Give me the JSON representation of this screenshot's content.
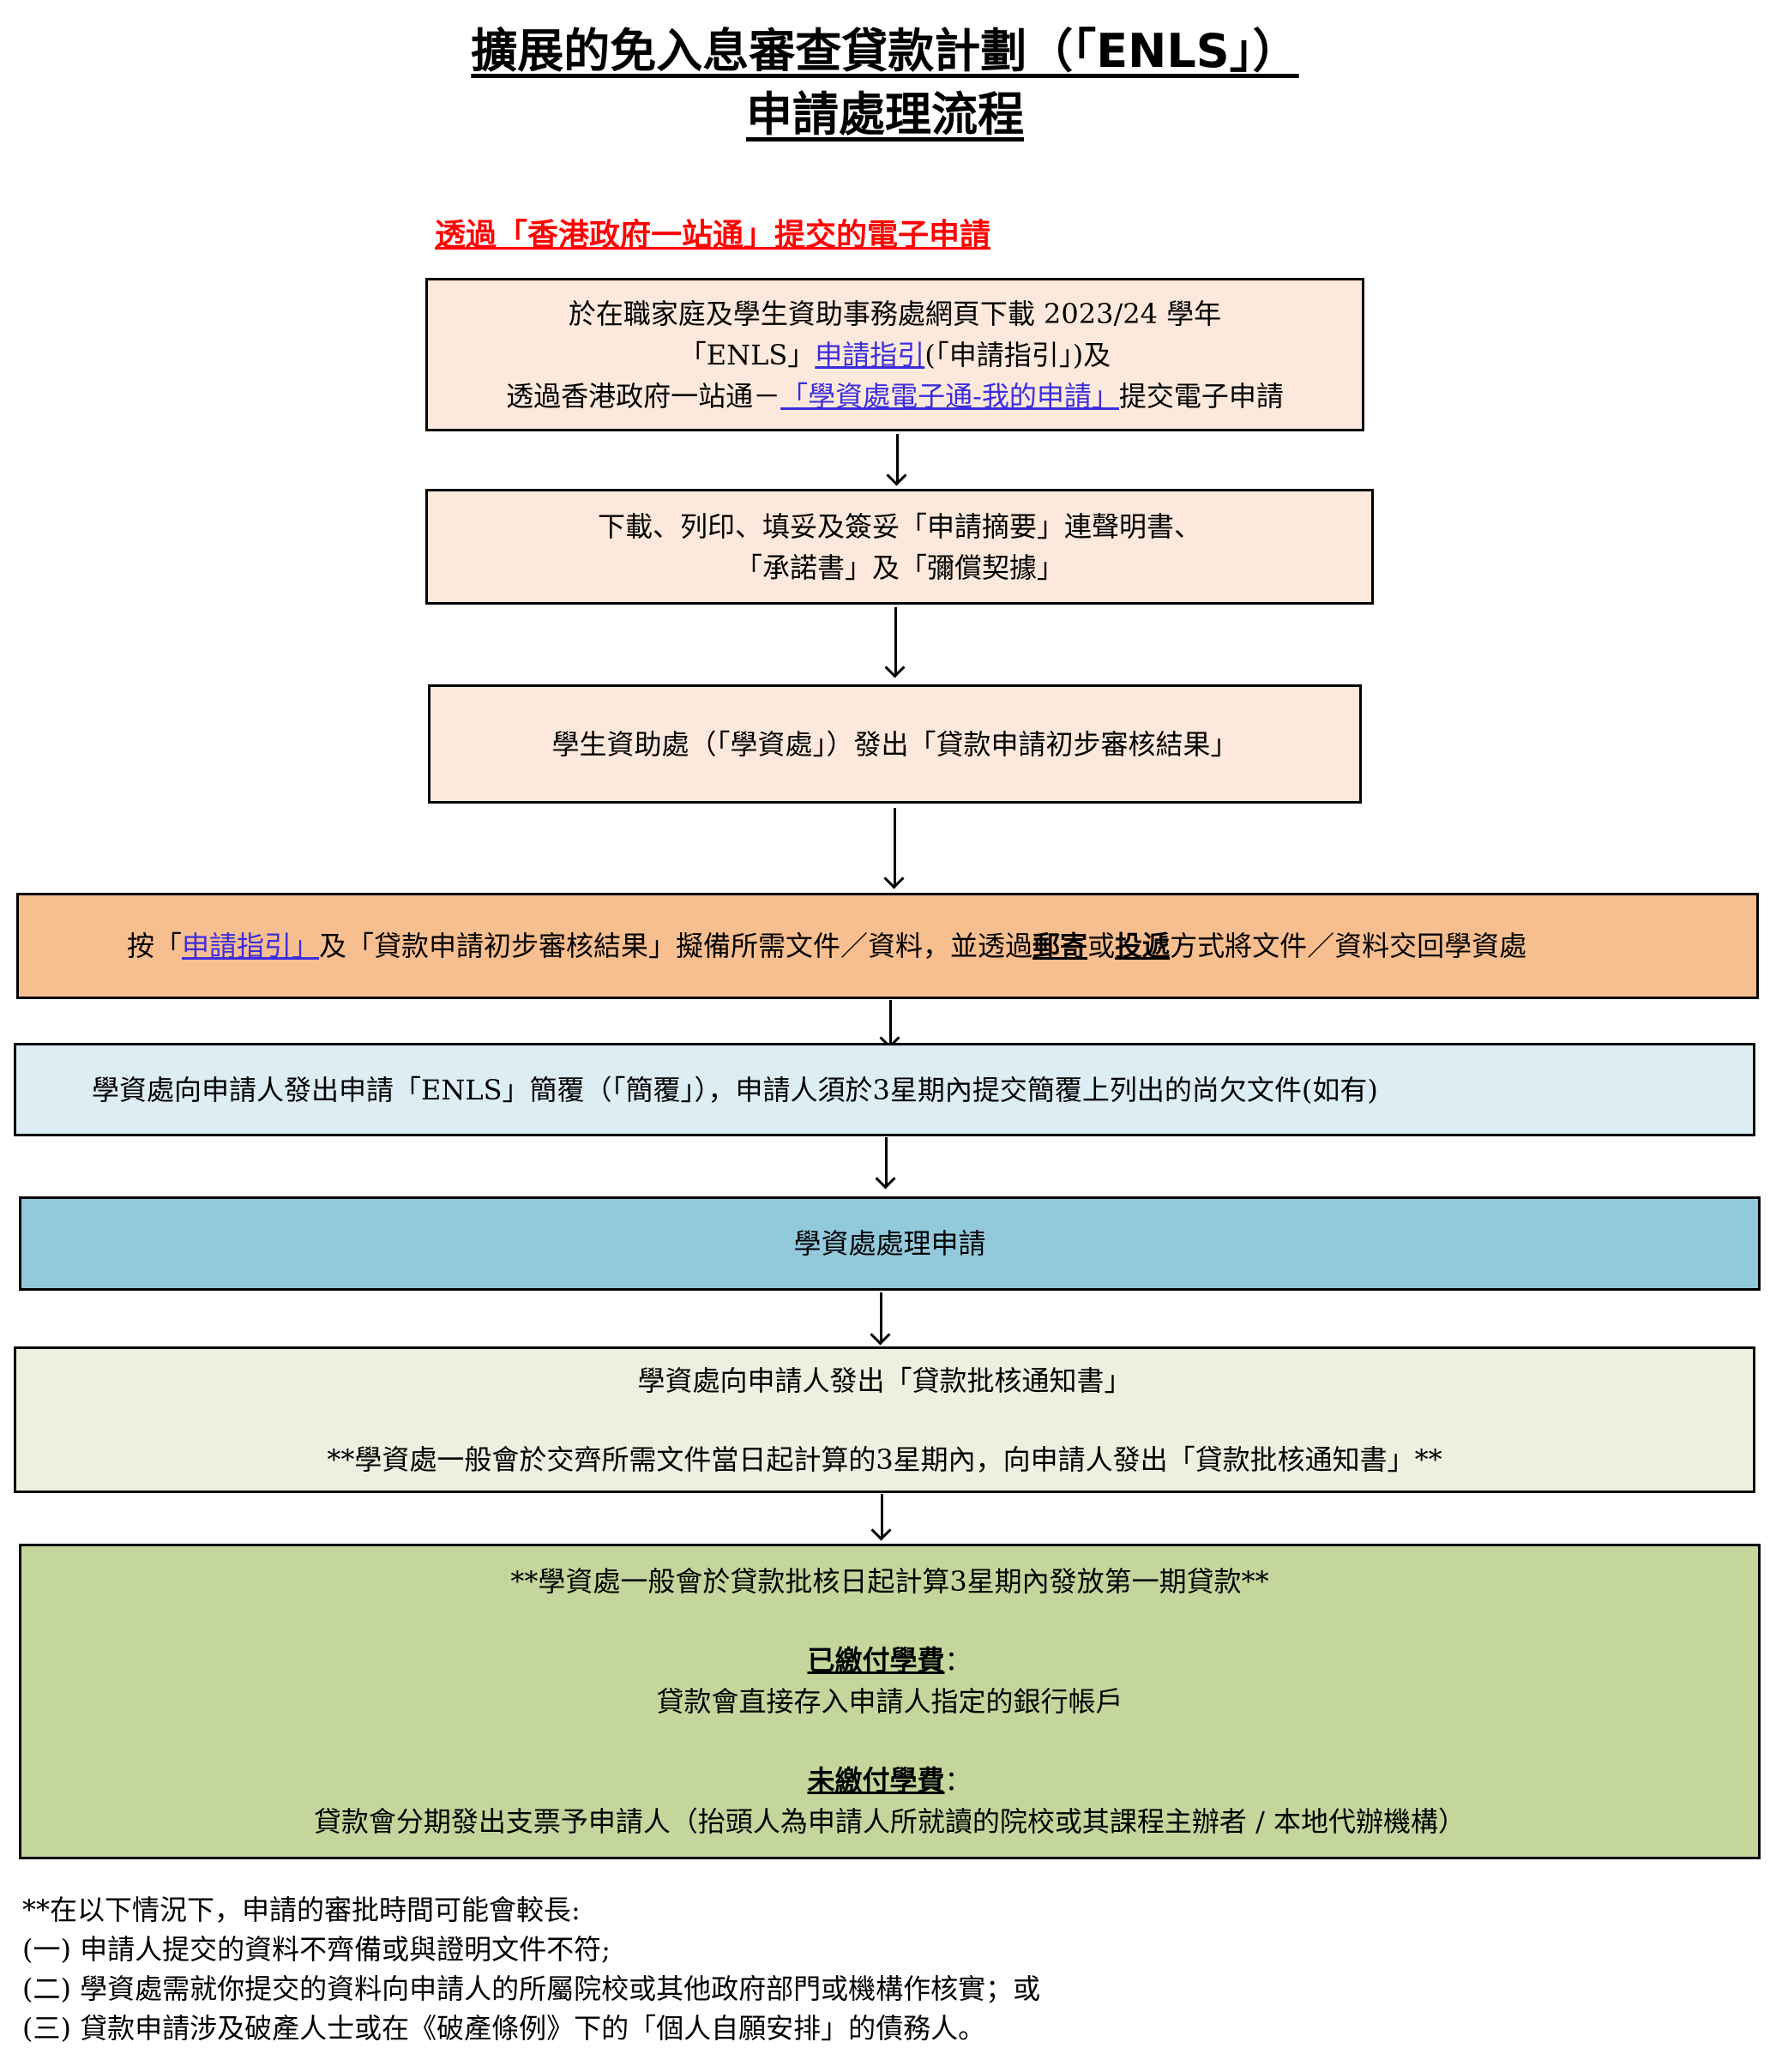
{
  "header": {
    "title_line1": "擴展的免入息審查貸款計劃（「ENLS」）",
    "title_line2": "申請處理流程"
  },
  "subheading": "透過「香港政府一站通」提交的電子申請",
  "steps": {
    "step1": {
      "line1": "於在職家庭及學生資助事務處網頁下載 2023/24 學年",
      "line2_pre": "「ENLS」",
      "line2_link": "申請指引",
      "line2_post": "(「申請指引」)及",
      "line3_pre": "透過香港政府一站通－",
      "line3_link": "「學資處電子通-我的申請」",
      "line3_post": "提交電子申請"
    },
    "step2": {
      "line1": "下載、列印、填妥及簽妥「申請摘要」連聲明書、",
      "line2": "「承諾書」及「彌償契據」"
    },
    "step3": {
      "line1": "學生資助處（「學資處」）發出「貸款申請初步審核結果」"
    },
    "step4": {
      "pre": "按「",
      "link": "申請指引」",
      "mid": "及「貸款申請初步審核結果」擬備所需文件／資料，並透過",
      "mail": "郵寄",
      "or": "或",
      "deliver": "投遞",
      "post": "方式將文件／資料交回學資處"
    },
    "step5": {
      "line1": "學資處向申請人發出申請「ENLS」簡覆（「簡覆」），申請人須於3星期內提交簡覆上列出的尚欠文件(如有)"
    },
    "step6": {
      "line1": "學資處處理申請"
    },
    "step7": {
      "line1": "學資處向申請人發出「貸款批核通知書」",
      "line2": "**學資處一般會於交齊所需文件當日起計算的3星期內，向申請人發出「貸款批核通知書」**"
    },
    "step8": {
      "line1": "**學資處一般會於貸款批核日起計算3星期內發放第一期貸款**",
      "paid_heading": "已繳付學費",
      "paid_colon": "：",
      "paid_text": "貸款會直接存入申請人指定的銀行帳戶",
      "unpaid_heading": "未繳付學費",
      "unpaid_colon": "：",
      "unpaid_text": "貸款會分期發出支票予申請人（抬頭人為申請人所就讀的院校或其課程主辦者 / 本地代辦機構）"
    }
  },
  "notes": {
    "intro": "**在以下情況下，申請的審批時間可能會較長:",
    "items": [
      "(一)  申請人提交的資料不齊備或與證明文件不符;",
      "(二)  學資處需就你提交的資料向申請人的所屬院校或其他政府部門或機構作核實；或",
      "(三)  貸款申請涉及破產人士或在《破產條例》下的「個人自願安排」的債務人。"
    ]
  },
  "colors": {
    "peach": "#fce9db",
    "orange": "#f7be8f",
    "light_blue": "#dcedf3",
    "blue": "#92cadc",
    "pale_green": "#ebf0df",
    "green": "#c4d69b",
    "link": "#3b2dde",
    "subheading_red": "#ff0000"
  }
}
